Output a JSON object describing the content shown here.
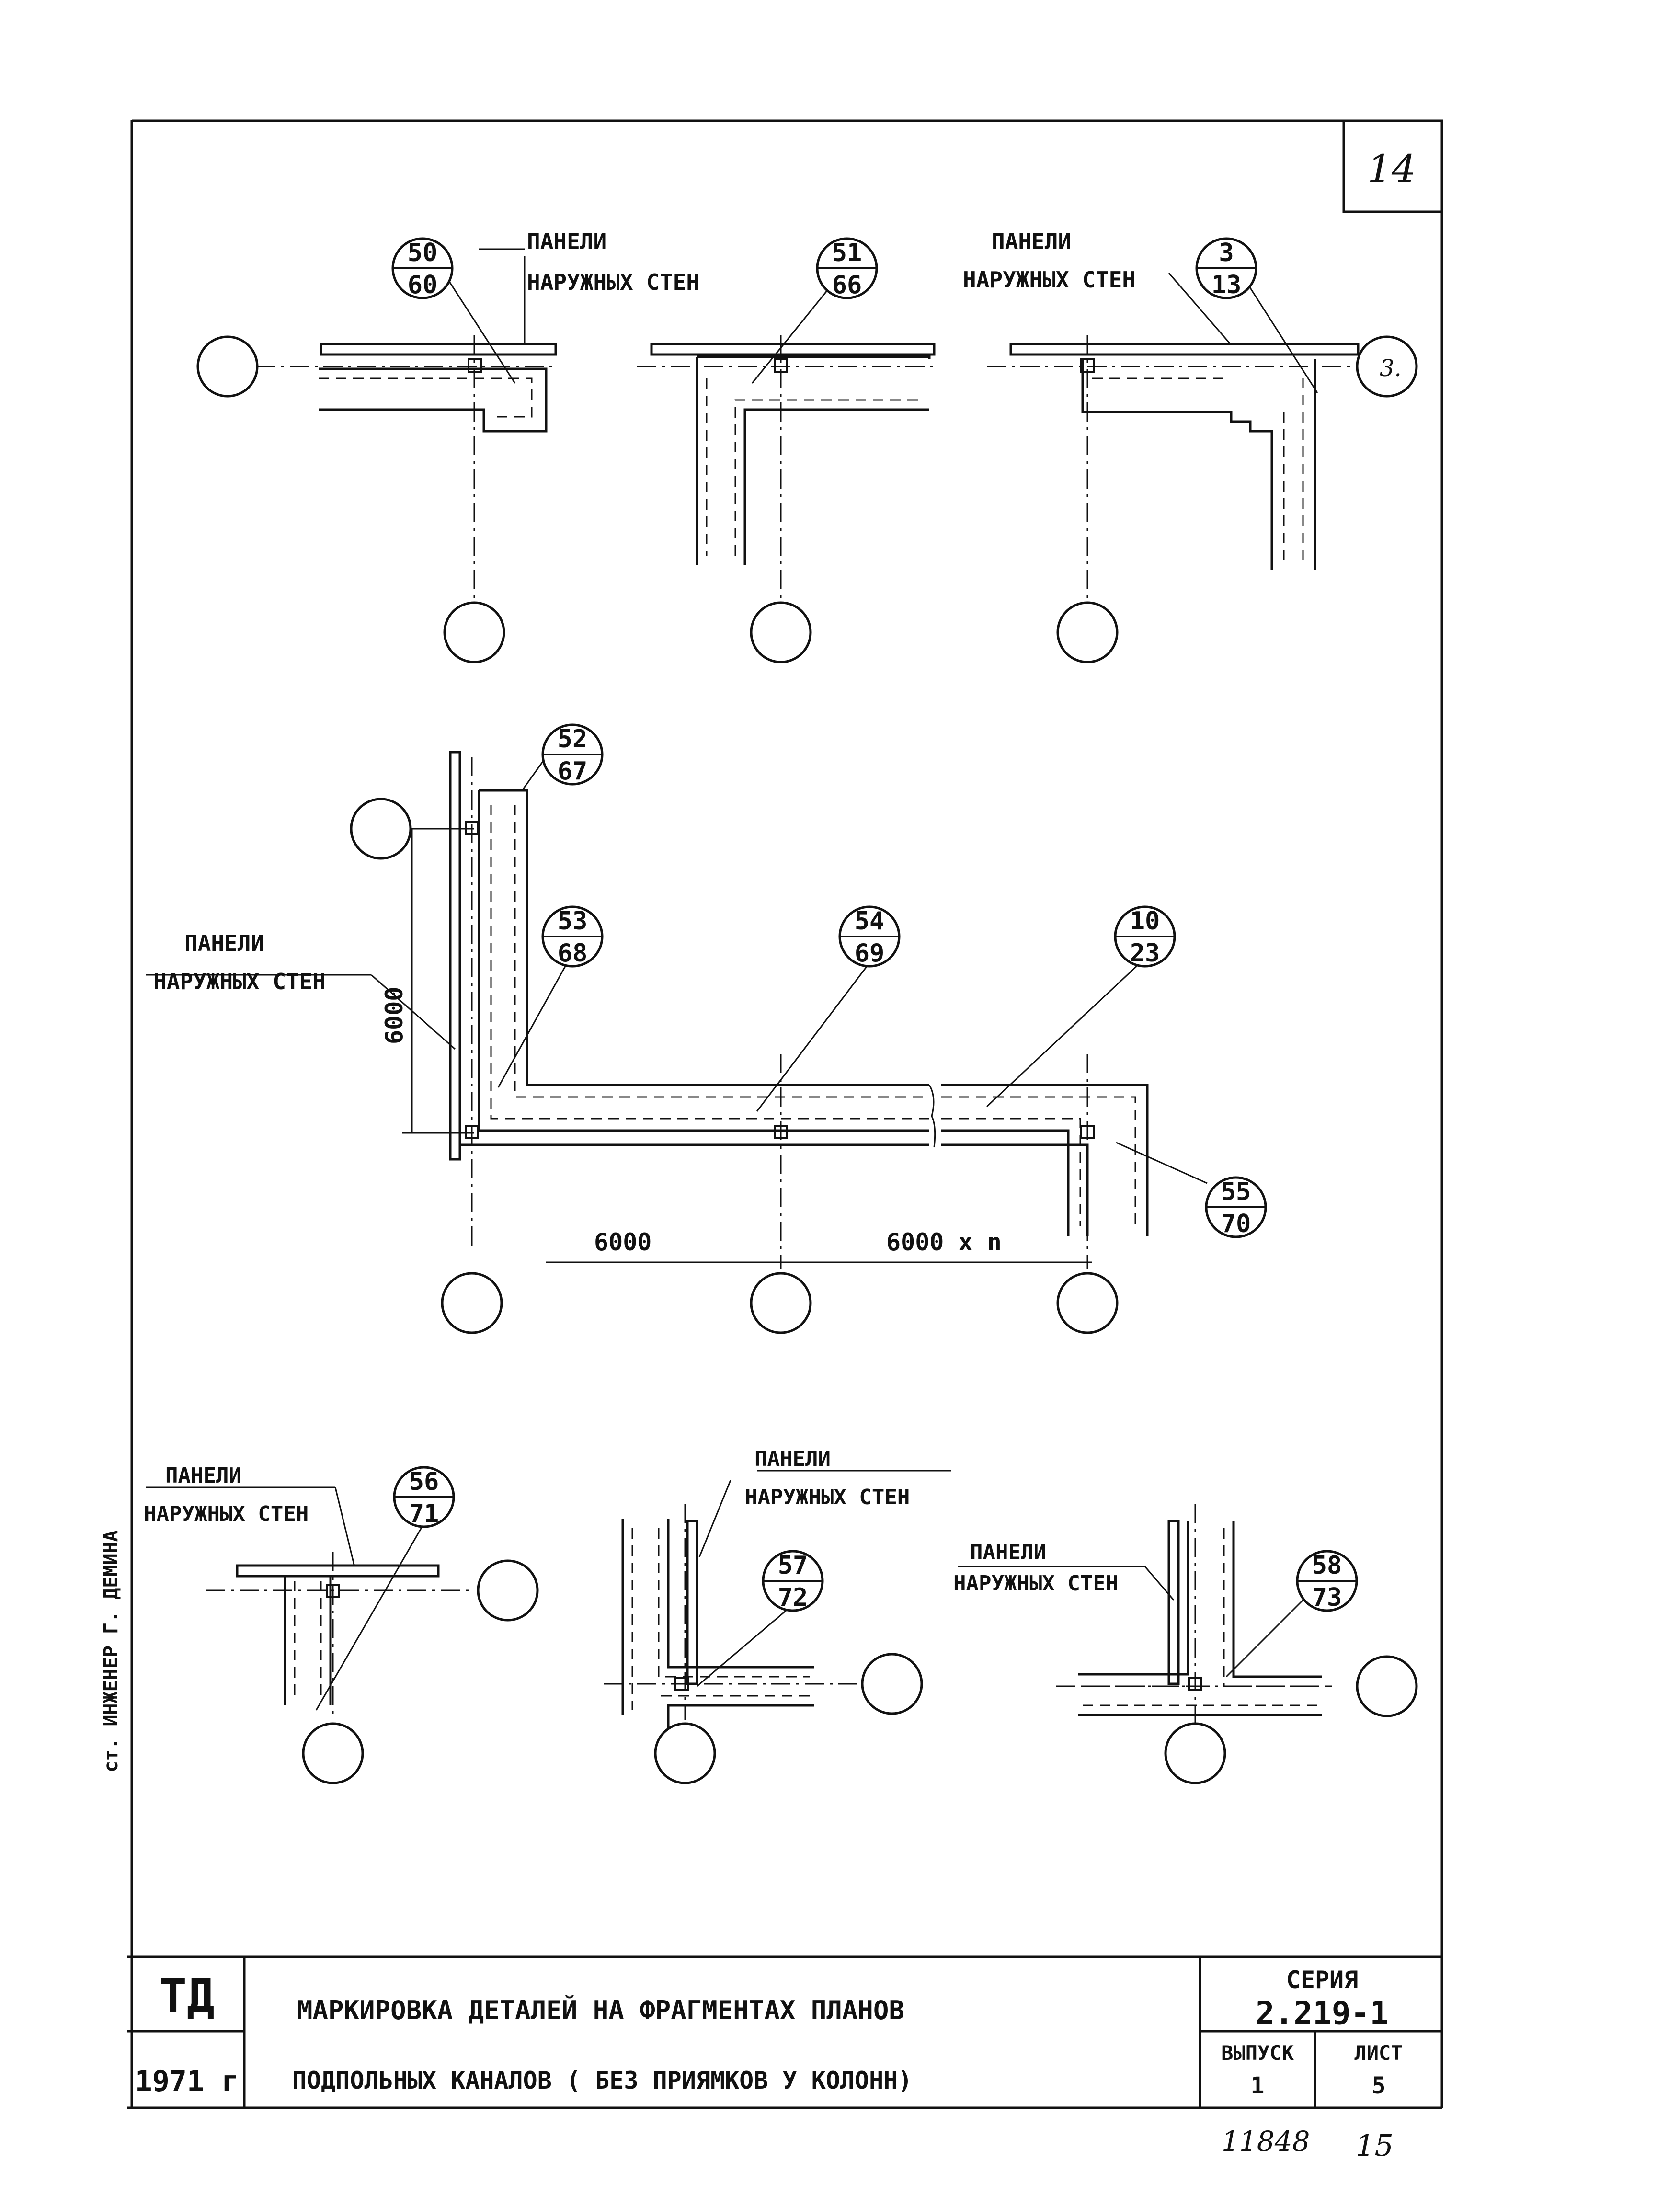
{
  "sheet": {
    "page_number": "14",
    "bottom_left_stamp": "ст. ИНЖЕНЕР Г. ДЕМИНА",
    "archive_number": "11848",
    "archive_sheet": "15"
  },
  "callouts": {
    "c50": {
      "top": "50",
      "bottom": "60"
    },
    "c51": {
      "top": "51",
      "bottom": "66"
    },
    "c3": {
      "top": "3",
      "bottom": "13"
    },
    "c52": {
      "top": "52",
      "bottom": "67"
    },
    "c53": {
      "top": "53",
      "bottom": "68"
    },
    "c54": {
      "top": "54",
      "bottom": "69"
    },
    "c10": {
      "top": "10",
      "bottom": "23"
    },
    "c55": {
      "top": "55",
      "bottom": "70"
    },
    "c56": {
      "top": "56",
      "bottom": "71"
    },
    "c57": {
      "top": "57",
      "bottom": "72"
    },
    "c58": {
      "top": "58",
      "bottom": "73"
    }
  },
  "labels": {
    "panels_line1": "ПАНЕЛИ",
    "panels_line2": "НАРУЖНЫХ СТЕН",
    "axis_mark_3": "3."
  },
  "dimensions": {
    "vertical": "6000",
    "horizontal_1": "6000",
    "horizontal_2": "6000 х n"
  },
  "title_block": {
    "td": "ТД",
    "year": "1971 г",
    "title_line1": "МАРКИРОВКА ДЕТАЛЕЙ НА ФРАГМЕНТАХ ПЛАНОВ",
    "title_line2": "ПОДПОЛЬНЫХ КАНАЛОВ ( БЕЗ ПРИЯМКОВ У КОЛОНН)",
    "series_label": "СЕРИЯ",
    "series_value": "2.219-1",
    "issue_label": "ВЫПУСК",
    "issue_value": "1",
    "sheet_label": "ЛИСТ",
    "sheet_value": "5"
  }
}
